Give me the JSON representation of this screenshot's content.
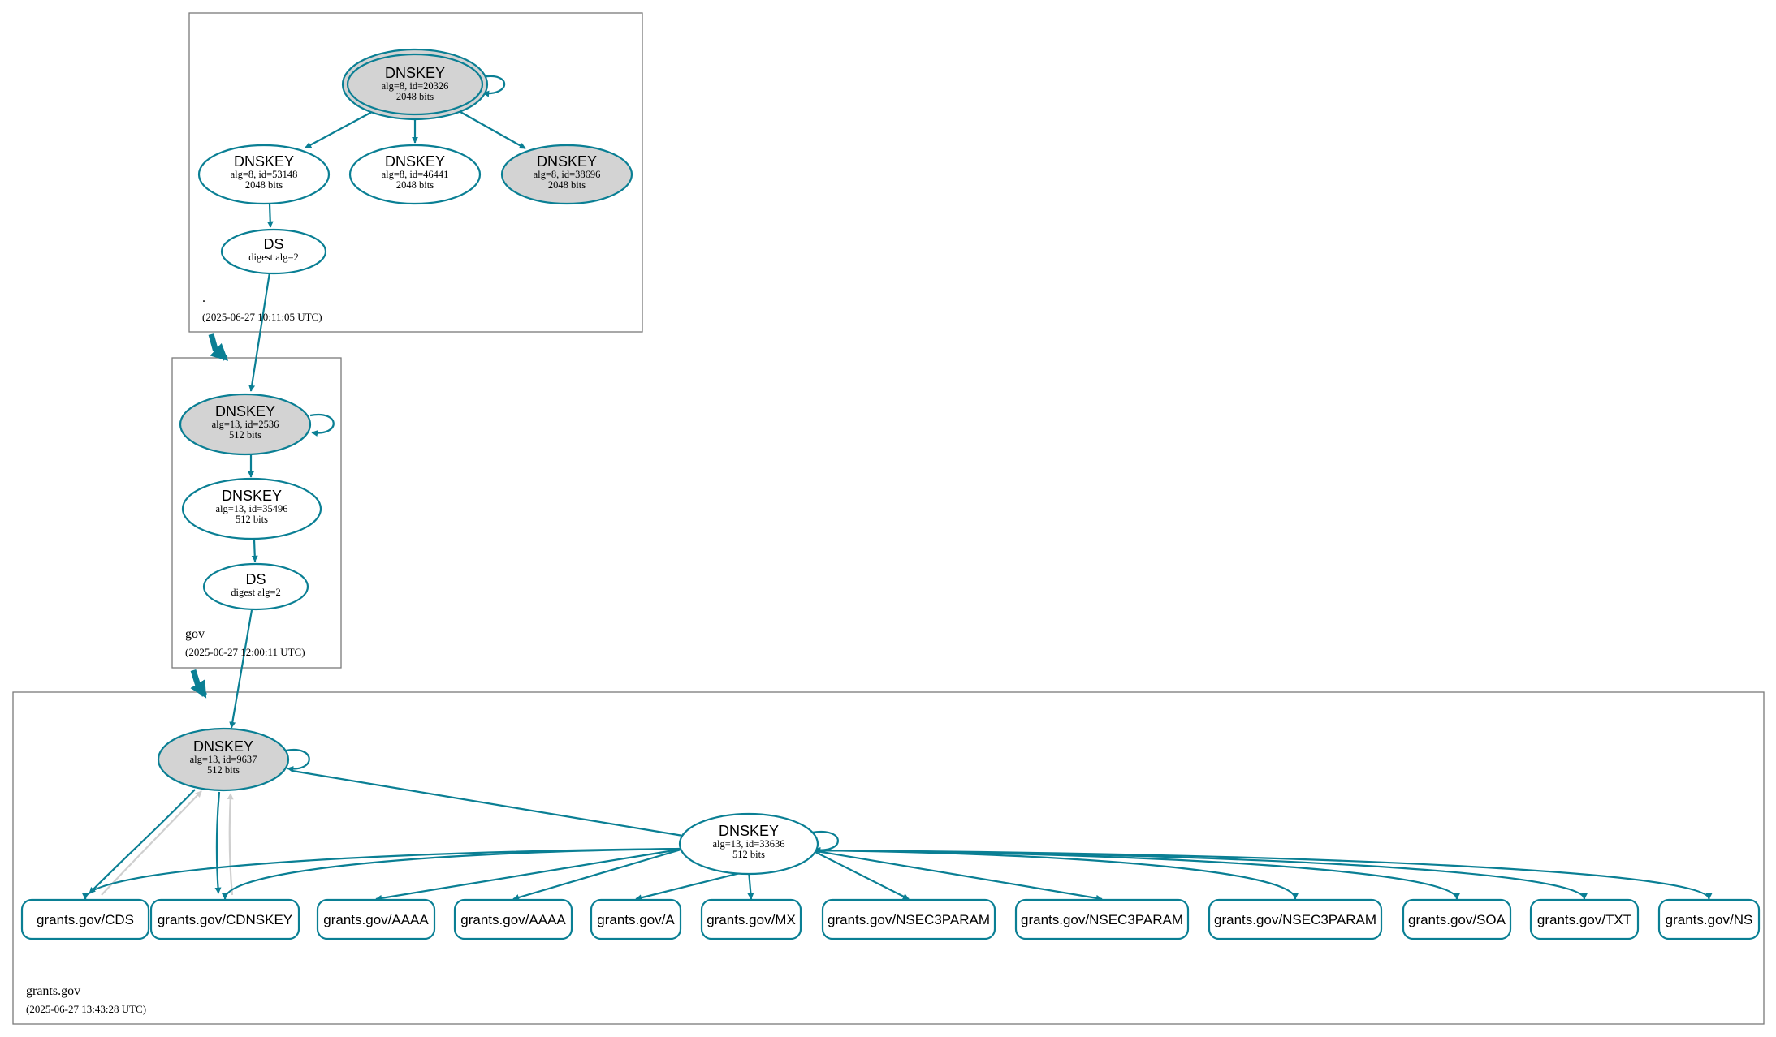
{
  "colors": {
    "edge": "#0a7f94",
    "grey_edge": "#cfcfcf",
    "sep_fill": "#d3d3d3",
    "zone_border": "#7a7a7a"
  },
  "zones": {
    "root": {
      "name": ".",
      "timestamp": "(2025-06-27 10:11:05 UTC)"
    },
    "gov": {
      "name": "gov",
      "timestamp": "(2025-06-27 12:00:11 UTC)"
    },
    "grants": {
      "name": "grants.gov",
      "timestamp": "(2025-06-27 13:43:28 UTC)"
    }
  },
  "nodes": {
    "root_ksk": {
      "type": "DNSKEY",
      "line1": "alg=8, id=20326",
      "line2": "2048 bits",
      "fill": "#d3d3d3"
    },
    "root_zsk_53148": {
      "type": "DNSKEY",
      "line1": "alg=8, id=53148",
      "line2": "2048 bits",
      "fill": "#ffffff"
    },
    "root_zsk_46441": {
      "type": "DNSKEY",
      "line1": "alg=8, id=46441",
      "line2": "2048 bits",
      "fill": "#ffffff"
    },
    "root_key_38696": {
      "type": "DNSKEY",
      "line1": "alg=8, id=38696",
      "line2": "2048 bits",
      "fill": "#d3d3d3"
    },
    "root_ds": {
      "type": "DS",
      "line1": "digest alg=2",
      "fill": "#ffffff"
    },
    "gov_ksk": {
      "type": "DNSKEY",
      "line1": "alg=13, id=2536",
      "line2": "512 bits",
      "fill": "#d3d3d3"
    },
    "gov_zsk": {
      "type": "DNSKEY",
      "line1": "alg=13, id=35496",
      "line2": "512 bits",
      "fill": "#ffffff"
    },
    "gov_ds": {
      "type": "DS",
      "line1": "digest alg=2",
      "fill": "#ffffff"
    },
    "grants_ksk": {
      "type": "DNSKEY",
      "line1": "alg=13, id=9637",
      "line2": "512 bits",
      "fill": "#d3d3d3"
    },
    "grants_zsk": {
      "type": "DNSKEY",
      "line1": "alg=13, id=33636",
      "line2": "512 bits",
      "fill": "#ffffff"
    }
  },
  "records": [
    "grants.gov/CDS",
    "grants.gov/CDNSKEY",
    "grants.gov/AAAA",
    "grants.gov/AAAA",
    "grants.gov/A",
    "grants.gov/MX",
    "grants.gov/NSEC3PARAM",
    "grants.gov/NSEC3PARAM",
    "grants.gov/NSEC3PARAM",
    "grants.gov/SOA",
    "grants.gov/TXT",
    "grants.gov/NS"
  ]
}
